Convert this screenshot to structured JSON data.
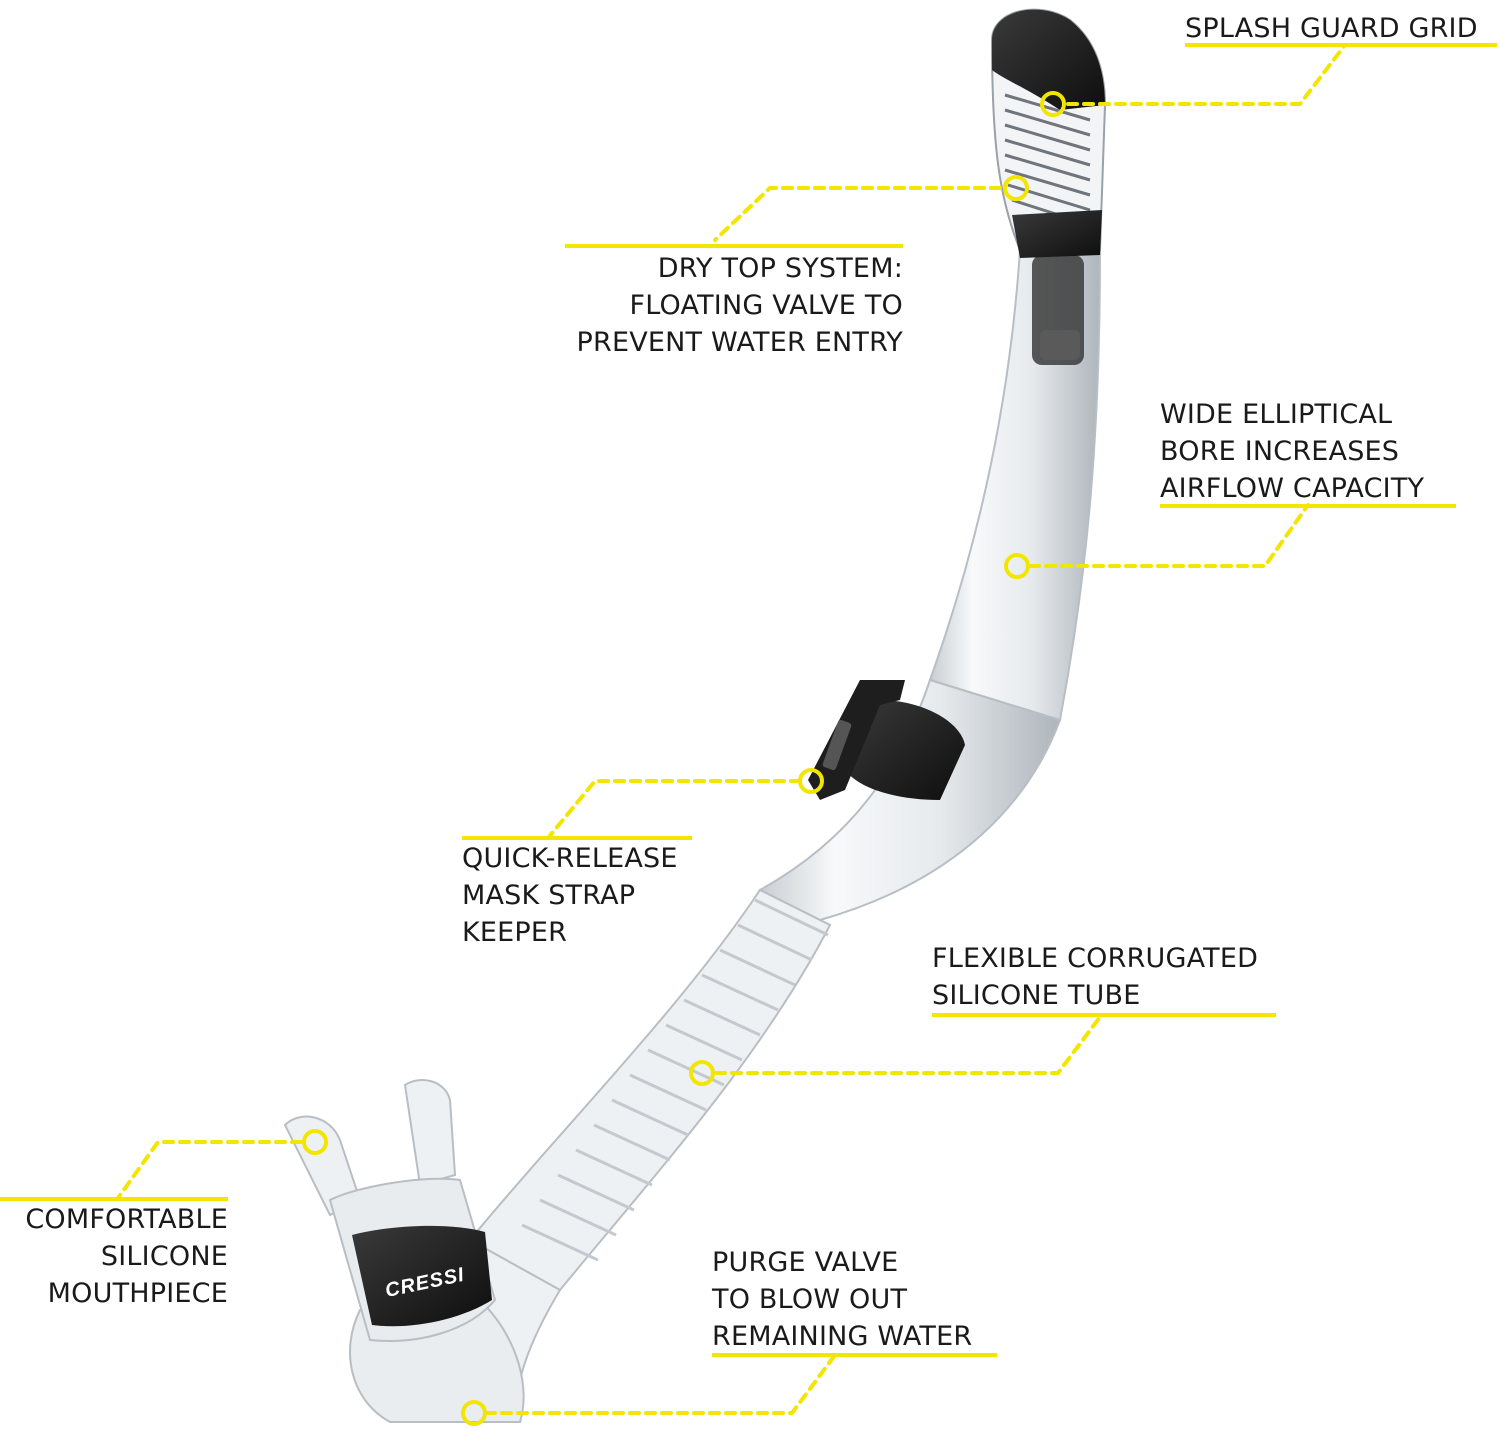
{
  "brand": {
    "logo_text": "CRESSI"
  },
  "colors": {
    "accent": "#f2e600",
    "text": "#1a1a1a",
    "tube_clear": "#eef1f3",
    "tube_edge": "#b8bec4",
    "black_parts": "#1c1c1c"
  },
  "callouts": {
    "splash_guard": {
      "lines": [
        "SPLASH GUARD GRID"
      ]
    },
    "dry_top": {
      "lines": [
        "DRY TOP SYSTEM:",
        "FLOATING VALVE TO",
        "PREVENT WATER ENTRY"
      ]
    },
    "wide_bore": {
      "lines": [
        "WIDE ELLIPTICAL",
        "BORE INCREASES",
        "AIRFLOW CAPACITY"
      ]
    },
    "quick_release": {
      "lines": [
        "QUICK-RELEASE",
        "MASK STRAP",
        "KEEPER"
      ]
    },
    "flexible_tube": {
      "lines": [
        "FLEXIBLE CORRUGATED",
        "SILICONE TUBE"
      ]
    },
    "mouthpiece": {
      "lines": [
        "COMFORTABLE",
        "SILICONE",
        "MOUTHPIECE"
      ]
    },
    "purge_valve": {
      "lines": [
        "PURGE VALVE",
        "TO BLOW OUT",
        "REMAINING WATER"
      ]
    }
  }
}
